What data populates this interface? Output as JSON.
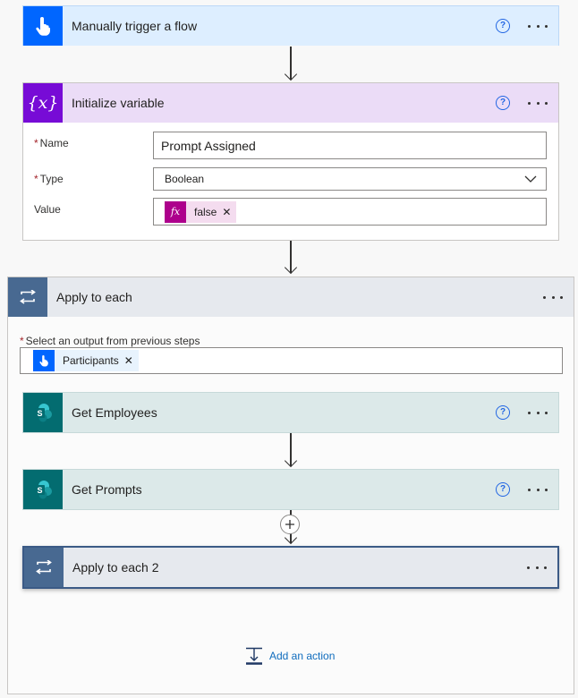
{
  "trigger": {
    "title": "Manually trigger a flow",
    "help": "?"
  },
  "init_variable": {
    "title": "Initialize variable",
    "help": "?",
    "tile_text": "{x}",
    "name_label": "Name",
    "name_value": "Prompt Assigned",
    "type_label": "Type",
    "type_value": "Boolean",
    "value_label": "Value",
    "value_token": "false",
    "value_token_icon": "fx"
  },
  "apply_each": {
    "title": "Apply to each",
    "select_label": "Select an output from previous steps",
    "token": "Participants",
    "get_employees": {
      "title": "Get Employees",
      "help": "?"
    },
    "get_prompts": {
      "title": "Get Prompts",
      "help": "?"
    },
    "apply_each_2": {
      "title": "Apply to each 2"
    },
    "add_action": "Add an action"
  },
  "colors": {
    "trigger_tile": "#0066ff",
    "trigger_header": "#ddeeff",
    "var_tile": "#770bd6",
    "var_header": "#ebdcf7",
    "loop_tile": "#486991",
    "loop_header": "#e6e9ee",
    "sp_tile": "#036c70",
    "sp_header": "#dce9e9",
    "fx_token": "#ad008c",
    "link": "#0f6cbd"
  }
}
